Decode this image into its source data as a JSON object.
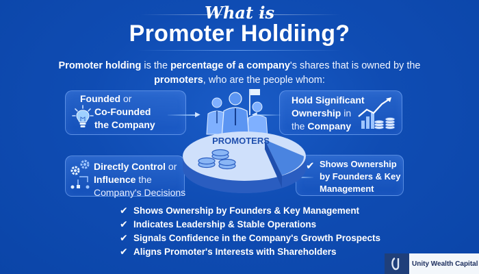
{
  "title": {
    "line1": "What is",
    "line2": "Promoter Holdiing?"
  },
  "intro": {
    "part1_bold": "Promoter holding",
    "part2": " is the ",
    "part3_bold": "percentage of a company",
    "part4": "'s shares that is owned by the ",
    "part5_bold": "promoters",
    "part6": ", who are the people whom:"
  },
  "cards": {
    "founded": {
      "bold1": "Founded",
      "light1": " or",
      "bold2": "Co-Founded",
      "bold3": "the Company",
      "icon": "lightbulb-icon"
    },
    "ownership": {
      "bold1": "Hold Significant",
      "bold2": "Ownership",
      "light2": " in",
      "light3": "the ",
      "bold3": "Company",
      "icon": "growth-chart-coins-icon"
    },
    "control": {
      "bold1": "Directly Control",
      "light1": " or",
      "bold2": "Influence",
      "light2": " the",
      "light3": "Company's Decisions",
      "icon": "gears-flow-icon"
    },
    "shows": {
      "line1": "Shows Ownership",
      "line2": "by Founders & Key",
      "line3": "Management",
      "icon": "checkmark-icon"
    }
  },
  "center": {
    "label": "PROMOTERS",
    "icon": "people-pie-chart-icon"
  },
  "bullets": [
    "Shows Ownership by Founders & Key Management",
    "Indicates Leadership & Stable Operations",
    "Signals Confidence in the Company's Growth Prospects",
    "Aligns Promoter's Interests with Shareholders"
  ],
  "brand": {
    "name": "Unity Wealth Capital"
  },
  "colors": {
    "background": "#0f4cb3",
    "card_border": "#8cb9ff",
    "pie_light": "#cfe0fb",
    "pie_dark": "#2f64c8",
    "brand_dark": "#1f3f7a"
  }
}
